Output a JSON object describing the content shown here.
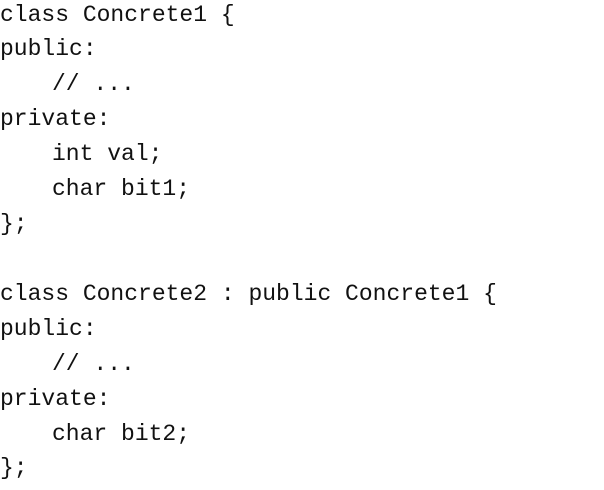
{
  "code_block_1": {
    "line1": "class Concrete1 {",
    "line2": "public:",
    "line3": "// ...",
    "line4": "private:",
    "line5": "int val;",
    "line6": "char bit1;",
    "line7": "};"
  },
  "code_block_2": {
    "line1": "class Concrete2 : public Concrete1 {",
    "line2": "public:",
    "line3": "// ...",
    "line4": "private:",
    "line5": "char bit2;",
    "line6": "};"
  }
}
